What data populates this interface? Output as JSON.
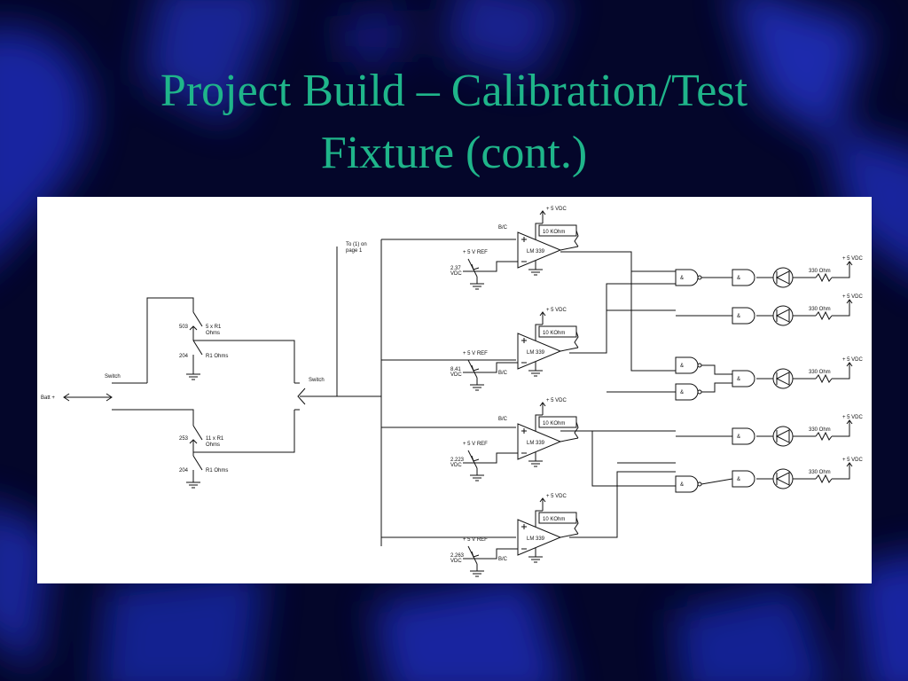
{
  "slide": {
    "title_line1": "Project Build – Calibration/Test",
    "title_line2": "Fixture (cont.)",
    "colors": {
      "title": "#1fb58a",
      "background": "#04062a",
      "schematic_bg": "#ffffff"
    }
  },
  "schematic": {
    "batt_label": "Batt +",
    "switch_left_label": "Switch",
    "switch_right_label": "Switch",
    "to_page_label_1": "To (1) on",
    "to_page_label_2": "page 1",
    "upper_pot_label": "503",
    "upper_res_label_1": "5 x R1",
    "upper_res_label_2": "Ohms",
    "upper_r1_num": "204",
    "upper_r1_label": "R1 Ohms",
    "lower_pot_label": "253",
    "lower_res_label_1": "11 x R1",
    "lower_res_label_2": "Ohms",
    "lower_r1_num": "204",
    "lower_r1_label": "R1 Ohms",
    "comparators": [
      {
        "vcc": "+ 5 VDC",
        "opamp": "LM 339",
        "feedback": "10 KOhm",
        "ref": "+ 5 V REF",
        "vin_1": "2.37",
        "vin_2": "VDC",
        "bc": "B/C"
      },
      {
        "vcc": "+ 5 VDC",
        "opamp": "LM 339",
        "feedback": "10 KOhm",
        "ref": "+ 5 V REF",
        "vin_1": "8.41",
        "vin_2": "VDC",
        "bc": "B/C"
      },
      {
        "vcc": "+ 5 VDC",
        "opamp": "LM 339",
        "feedback": "10 KOhm",
        "ref": "+ 5 V REF",
        "vin_1": "2.223",
        "vin_2": "VDC",
        "bc": "B/C"
      },
      {
        "vcc": "+ 5 VDC",
        "opamp": "LM 339",
        "feedback": "10 KOhm",
        "ref": "+ 5 V REF",
        "vin_1": "2.263",
        "vin_2": "VDC",
        "bc": "B/C"
      }
    ],
    "gate_symbol": "&",
    "outputs": [
      {
        "resistor": "330 Ohm",
        "vcc": "+ 5 VDC"
      },
      {
        "resistor": "330 Ohm",
        "vcc": "+ 5 VDC"
      },
      {
        "resistor": "330 Ohm",
        "vcc": "+ 5 VDC"
      },
      {
        "resistor": "330 Ohm",
        "vcc": "+ 5 VDC"
      },
      {
        "resistor": "330 Ohm",
        "vcc": "+ 5 VDC"
      }
    ]
  }
}
